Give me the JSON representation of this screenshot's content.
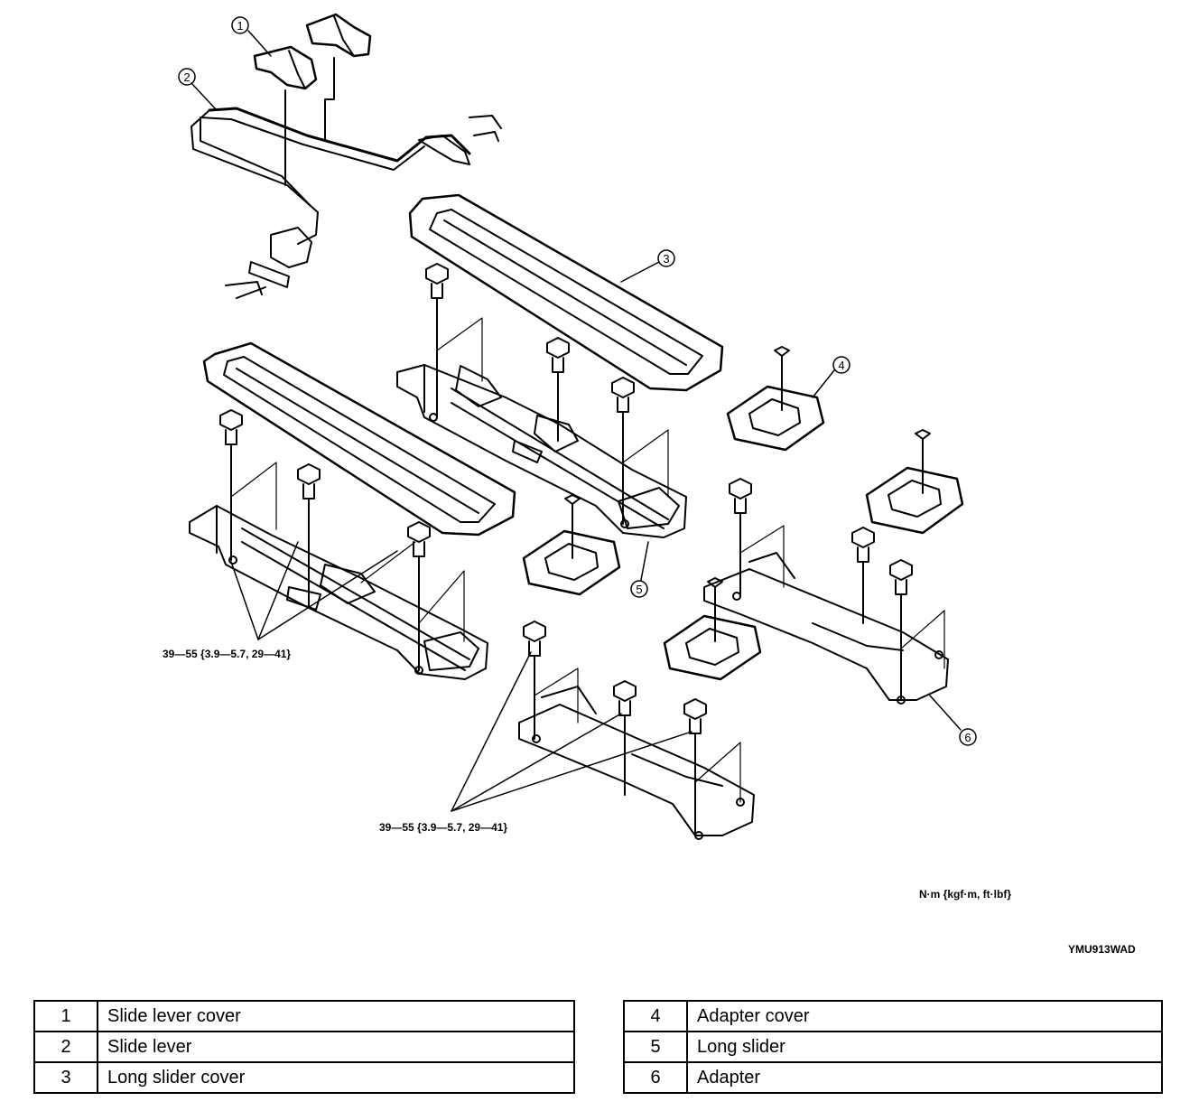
{
  "diagram": {
    "callouts": [
      "1",
      "2",
      "3",
      "4",
      "5",
      "6"
    ],
    "torque_labels": [
      "39—55 {3.9—5.7, 29—41}",
      "39—55 {3.9—5.7, 29—41}"
    ],
    "units": "N·m {kgf·m, ft·lbf}",
    "figure_code": "YMU913WAD"
  },
  "legend": {
    "left": [
      {
        "num": "1",
        "label": "Slide lever cover"
      },
      {
        "num": "2",
        "label": "Slide lever"
      },
      {
        "num": "3",
        "label": "Long slider cover"
      }
    ],
    "right": [
      {
        "num": "4",
        "label": "Adapter cover"
      },
      {
        "num": "5",
        "label": "Long slider"
      },
      {
        "num": "6",
        "label": "Adapter"
      }
    ]
  }
}
